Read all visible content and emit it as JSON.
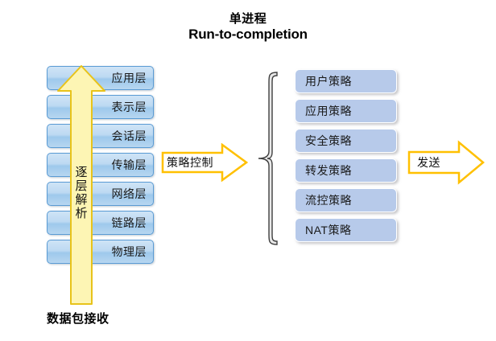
{
  "title": {
    "line_cn": "单进程",
    "line_en": "Run-to-completion"
  },
  "left_stack": {
    "name": "OSI protocol layer stack",
    "layers": [
      {
        "label": "应用层"
      },
      {
        "label": "表示层"
      },
      {
        "label": "会话层"
      },
      {
        "label": "传输层"
      },
      {
        "label": "网络层"
      },
      {
        "label": "链路层"
      },
      {
        "label": "物理层"
      }
    ]
  },
  "vertical_arrow": {
    "label": "逐层解析",
    "chars": [
      "逐",
      "层",
      "解",
      "析"
    ],
    "direction": "up",
    "fill": "#fdf5b4",
    "stroke": "#e8c31a"
  },
  "bottom_caption": {
    "label": "数据包接收"
  },
  "arrows": [
    {
      "id": "policy-control",
      "label": "策略控制",
      "direction": "right",
      "fill": "#ffffff",
      "stroke": "#ffc000"
    },
    {
      "id": "send",
      "label": "发送",
      "direction": "right",
      "fill": "#ffffff",
      "stroke": "#ffc000"
    }
  ],
  "brace": {
    "orientation": "left-curly",
    "fill": "#e8e8e8",
    "stroke": "#404040"
  },
  "right_stack": {
    "name": "policy list",
    "policies": [
      {
        "label": "用户策略"
      },
      {
        "label": "应用策略"
      },
      {
        "label": "安全策略"
      },
      {
        "label": "转发策略"
      },
      {
        "label": "流控策略"
      },
      {
        "label": "NAT策略"
      }
    ],
    "fill": "#b7caea"
  },
  "colors": {
    "layer_fill_light": "#cfe4f6",
    "layer_fill_dark": "#9ec9ec",
    "layer_border": "#5a9bd4",
    "arrow_yellow_fill": "#fdf5b4",
    "arrow_yellow_stroke": "#e8c31a",
    "arrow_gold_stroke": "#ffc000",
    "policy_fill": "#b7caea",
    "background": "#ffffff",
    "text": "#000000"
  }
}
